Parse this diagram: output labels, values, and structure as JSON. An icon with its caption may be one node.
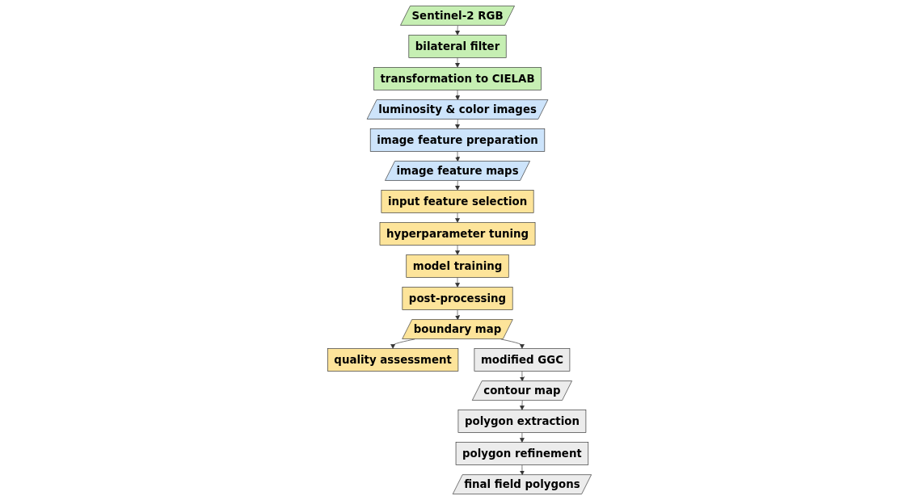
{
  "diagram": {
    "nodes": [
      {
        "text": [
          "Sentinel-2 RGB"
        ]
      },
      {
        "text": [
          "bilateral filter"
        ]
      },
      {
        "text": [
          "transformation to CIELAB"
        ]
      },
      {
        "text": [
          "luminosity & color images"
        ]
      },
      {
        "text": [
          "image feature preparation"
        ]
      },
      {
        "text": [
          "image feature maps"
        ]
      },
      {
        "text": [
          "input feature selection"
        ]
      },
      {
        "text": [
          "hyperparameter tuning"
        ]
      },
      {
        "text": [
          "model training"
        ]
      },
      {
        "text": [
          "post-processing"
        ]
      },
      {
        "text": [
          "boundary map"
        ]
      },
      {
        "text": [
          "quality assessment"
        ]
      },
      {
        "text": [
          "modified GGC"
        ]
      },
      {
        "text": [
          "contour map"
        ]
      },
      {
        "text": [
          "polygon extraction"
        ]
      },
      {
        "text": [
          "polygon refinement"
        ]
      },
      {
        "text": [
          "final field polygons"
        ]
      }
    ],
    "edges": [
      {
        "from": 0,
        "to": 1,
        "arrow": "to"
      },
      {
        "from": 1,
        "to": 2,
        "arrow": "to"
      },
      {
        "from": 2,
        "to": 3,
        "arrow": "to"
      },
      {
        "from": 3,
        "to": 4,
        "arrow": "to"
      },
      {
        "from": 4,
        "to": 5,
        "arrow": "to"
      },
      {
        "from": 5,
        "to": 6,
        "arrow": "to"
      },
      {
        "from": 6,
        "to": 7,
        "arrow": "to"
      },
      {
        "from": 7,
        "to": 8,
        "arrow": "to"
      },
      {
        "from": 8,
        "to": 9,
        "arrow": "to"
      },
      {
        "from": 9,
        "to": 10,
        "arrow": "to"
      },
      {
        "from": 10,
        "to": 11,
        "arrow": "to"
      },
      {
        "from": 10,
        "to": 12,
        "arrow": "to"
      },
      {
        "from": 12,
        "to": 13,
        "arrow": "to"
      },
      {
        "from": 13,
        "to": 14,
        "arrow": "to"
      },
      {
        "from": 14,
        "to": 15,
        "arrow": "to"
      },
      {
        "from": 15,
        "to": 16,
        "arrow": "to"
      }
    ]
  }
}
